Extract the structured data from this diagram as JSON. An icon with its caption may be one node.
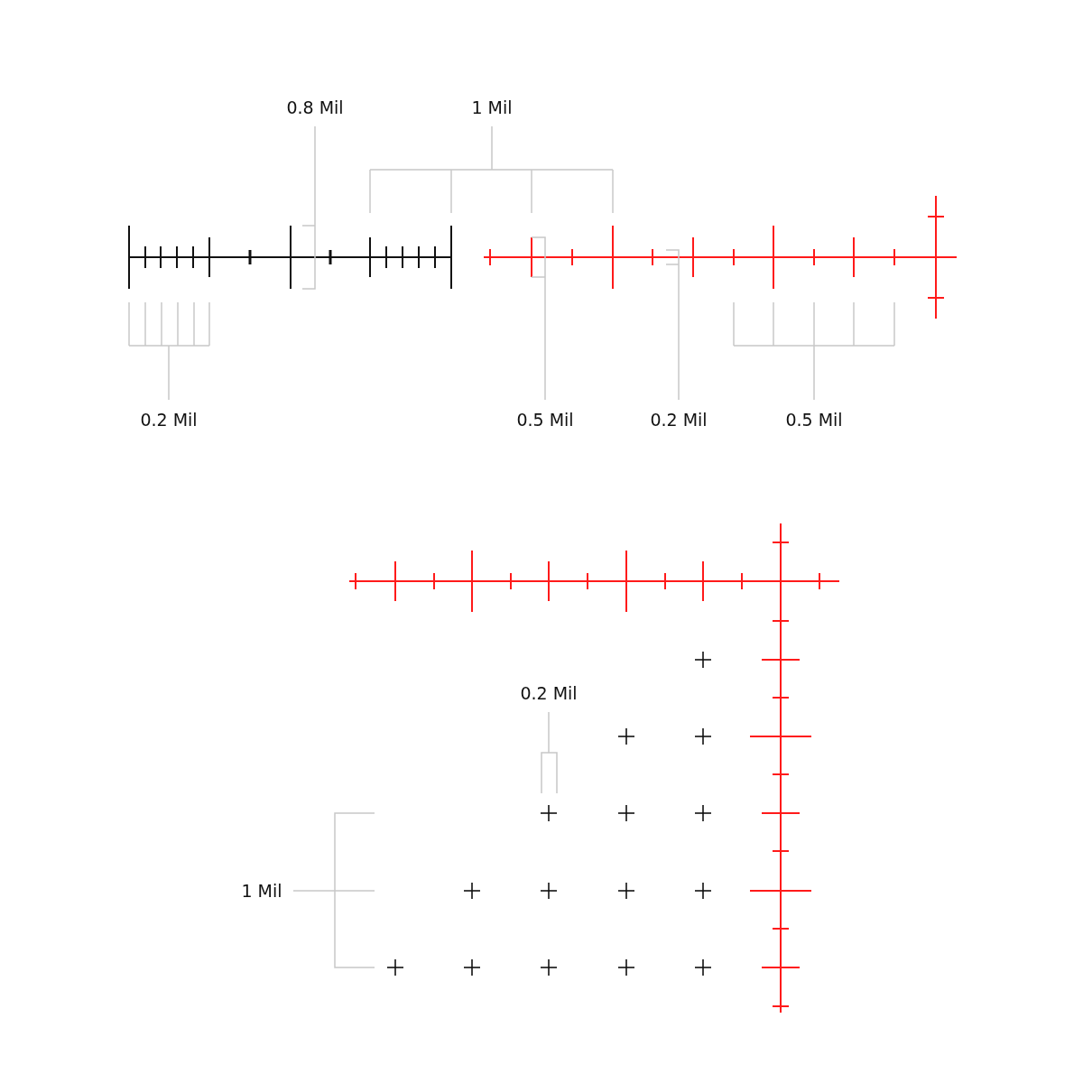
{
  "diagram": {
    "labels": [
      "0.8 Mil",
      "1 Mil",
      "0.2 Mil",
      "0.5 Mil",
      "0.2 Mil",
      "0.5 Mil",
      "0.2 Mil",
      "1 Mil"
    ]
  }
}
